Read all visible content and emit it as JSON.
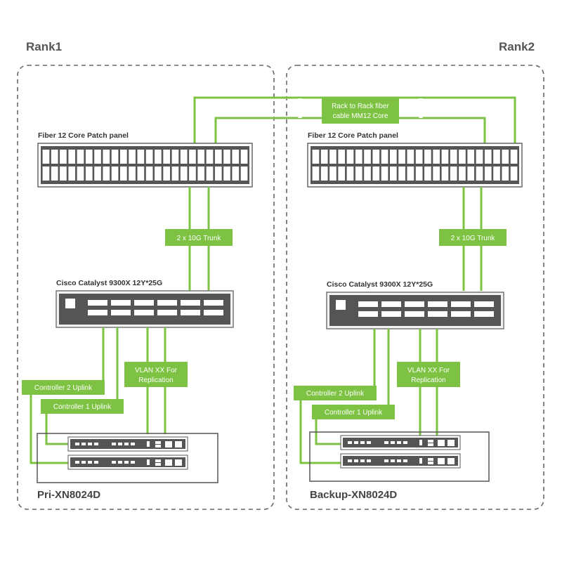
{
  "colors": {
    "accent": "#7dc242",
    "device_dark": "#555555",
    "device_border": "#666666",
    "text": "#444444"
  },
  "racks": [
    {
      "title": "Rank1",
      "patch_panel_label": "Fiber 12 Core Patch panel",
      "trunk_label": "2 x 10G Trunk",
      "switch_label": "Cisco Catalyst 9300X 12Y*25G",
      "vlan_label_line1": "VLAN XX For",
      "vlan_label_line2": "Replication",
      "controller2_label": "Controller 2 Uplink",
      "controller1_label": "Controller 1 Uplink",
      "storage_label": "Pri-XN8024D"
    },
    {
      "title": "Rank2",
      "patch_panel_label": "Fiber 12 Core Patch panel",
      "trunk_label": "2 x 10G Trunk",
      "switch_label": "Cisco Catalyst 9300X 12Y*25G",
      "vlan_label_line1": "VLAN XX For",
      "vlan_label_line2": "Replication",
      "controller2_label": "Controller 2 Uplink",
      "controller1_label": "Controller 1 Uplink",
      "storage_label": "Backup-XN8024D"
    }
  ],
  "interconnect": {
    "label_line1": "Rack to Rack fiber",
    "label_line2": "cable MM12 Core"
  }
}
